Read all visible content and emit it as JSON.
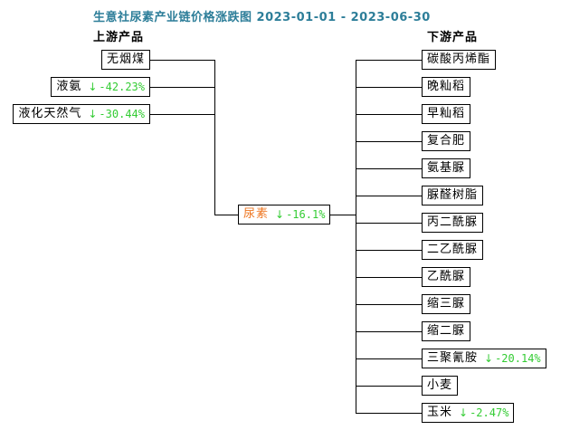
{
  "title": "生意社尿素产业链价格涨跌图 2023-01-01 - 2023-06-30",
  "icons": {
    "down_arrow": "↓"
  },
  "colors": {
    "title": "#2D7E99",
    "down_green": "#33CC33",
    "center_orange": "#EE7621",
    "line": "#000000",
    "background": "#FFFFFF"
  },
  "upstream": {
    "label": "上游产品",
    "items": [
      {
        "name": "无烟煤",
        "change": null,
        "direction": null
      },
      {
        "name": "液氨",
        "change": "-42.23%",
        "direction": "down"
      },
      {
        "name": "液化天然气",
        "change": "-30.44%",
        "direction": "down"
      }
    ]
  },
  "center": {
    "name": "尿素",
    "change": "-16.1%",
    "direction": "down"
  },
  "downstream": {
    "label": "下游产品",
    "items": [
      {
        "name": "碳酸丙烯酯",
        "change": null,
        "direction": null
      },
      {
        "name": "晚籼稻",
        "change": null,
        "direction": null
      },
      {
        "name": "早籼稻",
        "change": null,
        "direction": null
      },
      {
        "name": "复合肥",
        "change": null,
        "direction": null
      },
      {
        "name": "氨基脲",
        "change": null,
        "direction": null
      },
      {
        "name": "脲醛树脂",
        "change": null,
        "direction": null
      },
      {
        "name": "丙二酰脲",
        "change": null,
        "direction": null
      },
      {
        "name": "二乙酰脲",
        "change": null,
        "direction": null
      },
      {
        "name": "乙酰脲",
        "change": null,
        "direction": null
      },
      {
        "name": "缩三脲",
        "change": null,
        "direction": null
      },
      {
        "name": "缩二脲",
        "change": null,
        "direction": null
      },
      {
        "name": "三聚氰胺",
        "change": "-20.14%",
        "direction": "down"
      },
      {
        "name": "小麦",
        "change": null,
        "direction": null
      },
      {
        "name": "玉米",
        "change": "-2.47%",
        "direction": "down"
      }
    ]
  }
}
